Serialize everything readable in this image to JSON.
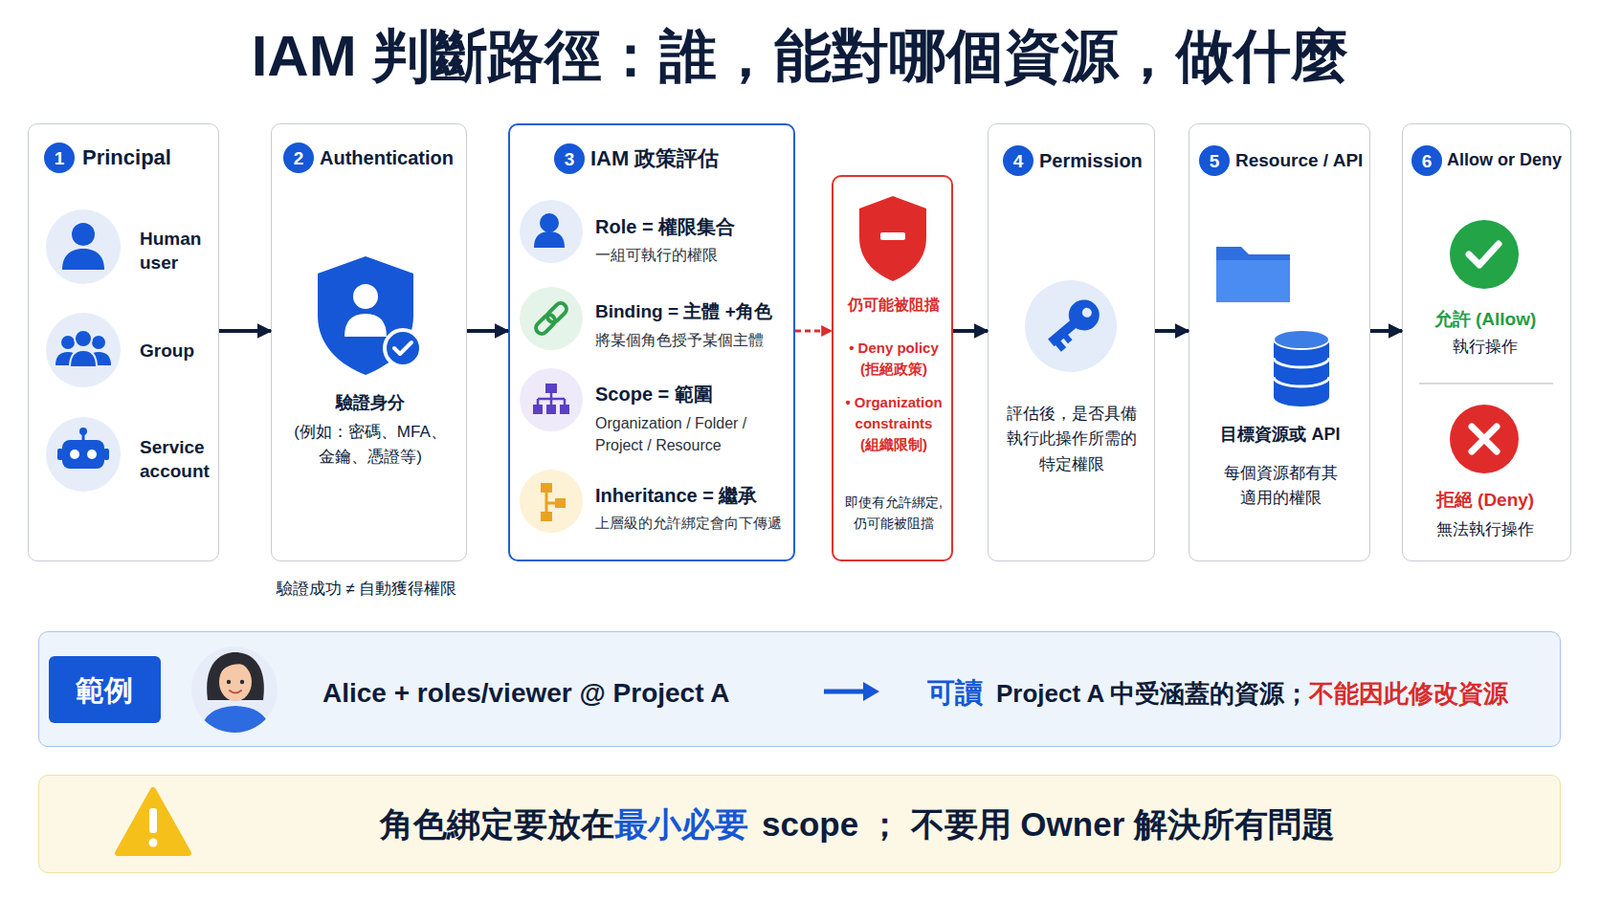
{
  "diagram": {
    "title": "IAM 判斷路徑：誰，能對哪個資源，做什麼",
    "nodes": [
      {
        "text": [
          "1",
          "Principal",
          "Human user",
          "Group",
          "Service account"
        ]
      },
      {
        "text": [
          "2",
          "Authentication",
          "驗證身分",
          "(例如：密碼、MFA、 金鑰、憑證等)"
        ]
      },
      {
        "text": [
          "3",
          "IAM 政策評估",
          "Role = 權限集合",
          "一組可執行的權限",
          "Binding = 主體 +角色",
          "將某個角色授予某個主體",
          "Scope = 範圍",
          "Organization / Folder / Project / Resource",
          "Inheritance = 繼承",
          "上層級的允許綁定會向下傳遞"
        ]
      },
      {
        "text": [
          "仍可能被阻擋",
          "• Deny policy (拒絕政策)",
          "• Organization constraints (組織限制)",
          "即使有允許綁定, 仍可能被阻擋"
        ]
      },
      {
        "text": [
          "4",
          "Permission",
          "評估後，是否具備 執行此操作所需的 特定權限"
        ]
      },
      {
        "text": [
          "5",
          "Resource / API",
          "目標資源或 API",
          "每個資源都有其 適用的權限"
        ]
      },
      {
        "text": [
          "6",
          "Allow or Deny",
          "允許 (Allow)",
          "執行操作",
          "拒絕 (Deny)",
          "無法執行操作"
        ]
      },
      {
        "text": [
          "Alice + roles/viewer @ Project A",
          "可讀",
          "Project A 中受涵蓋的資源；",
          "不能因此修改資源"
        ]
      },
      {
        "text": [
          "範例"
        ],
        "in": 7
      },
      {
        "text": [
          "角色綁定要放在",
          "最小必要",
          "scope ； 不要用 Owner 解決所有問題"
        ]
      }
    ],
    "edges": [
      {
        "from": 0,
        "to": 1,
        "arrow": "to"
      },
      {
        "from": 1,
        "to": 2,
        "arrow": "to"
      },
      {
        "from": 2,
        "to": 3,
        "arrow": "to"
      },
      {
        "from": 3,
        "to": 4,
        "arrow": "to"
      },
      {
        "from": 4,
        "to": 5,
        "arrow": "to"
      },
      {
        "from": 5,
        "to": 6,
        "arrow": "to"
      }
    ],
    "labels": [
      "驗證成功 ≠ 自動獲得權限"
    ]
  }
}
